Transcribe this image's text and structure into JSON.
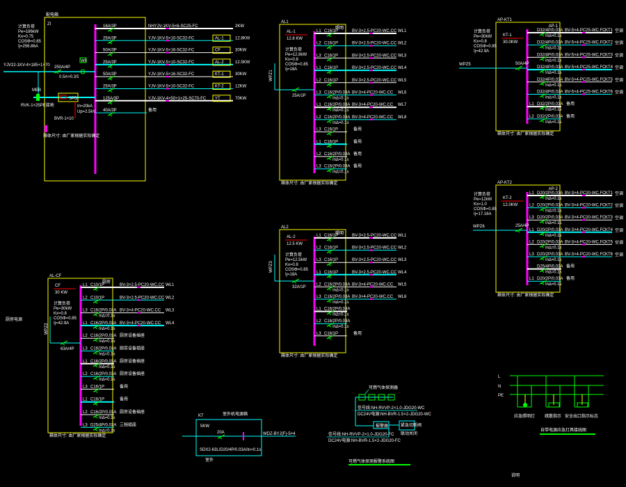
{
  "colors": {
    "background": "#000000",
    "box": "#ffff00",
    "bus": "#ff00ff",
    "line": "#ffffff",
    "feeder": "#00ffff",
    "breaker": "#00ff00",
    "tag": "#ff0000",
    "text": "#ffffff"
  },
  "panels": [
    {
      "id": "main",
      "tag": "配电箱",
      "name": "ZI",
      "params": [
        "计算负荷",
        "Pe=186kW",
        "Kx=0.75",
        "COSΦ=0.85",
        "Ij=256.86A"
      ],
      "incoming": {
        "cable": "YJV22-1KV-4×185+1×70",
        "breaker": "250A/4P",
        "note": "0.5A+0.3S",
        "meter": "Wh"
      },
      "extras": [
        "MEB",
        "RVK-1×25PE接地",
        "SPD",
        "In=20kA",
        "Up=2.5kV",
        "BVR-1×10"
      ],
      "footer": "箱体尺寸: 由厂家根据实际确定",
      "rows": [
        {
          "breaker": "16A/3P",
          "cable": "NHYJV-1KV-5×6-SC25-FC",
          "dest": "",
          "load": "2KW"
        },
        {
          "breaker": "25A/3P",
          "cable": "YJV-1KV-5×10-SC32-FC",
          "dest": "AL-1",
          "load": "12.8KW"
        },
        {
          "breaker": "50A/3P",
          "cable": "YJV-1KV-5×16-SC32-FC",
          "dest": "CF",
          "load": "30KW"
        },
        {
          "breaker": "25A/3P",
          "cable": "YJV-1KV-5×10-SC32-FC",
          "dest": "AL-2",
          "load": "12.5KW"
        },
        {
          "breaker": "50A/3P",
          "cable": "YJV-1KV-5×16-SC32-FC",
          "dest": "KT-1",
          "load": "30KW"
        },
        {
          "breaker": "25A/3P",
          "cable": "YJV-1KV-5×10-SC32-FC",
          "dest": "KT-2",
          "load": "12KW"
        },
        {
          "breaker": "125A/3P",
          "cable": "YJV-1KV-4×50+1×25-SC70-FC",
          "dest": "YT",
          "load": "70KW"
        },
        {
          "breaker": "40A/3P",
          "cable": "",
          "dest": "",
          "load": "备用"
        }
      ]
    },
    {
      "id": "al1",
      "tag": "AL1",
      "name": "AL-1",
      "rating": "12.8 KW",
      "header": "照明",
      "params": [
        "计算负荷",
        "Pe=12.8kW",
        "Kx=0.8",
        "COSΦ=0.85",
        "Ij=18A"
      ],
      "incoming": {
        "cable": "WPZ1",
        "breaker": "25A/1P"
      },
      "footer": "箱体尺寸: 由厂家根据实际确定",
      "rows": [
        {
          "phase": "L1",
          "breaker": "C16/1P",
          "cable": "BV-3×2.5-PC20-WC.CC",
          "dest": "WL1"
        },
        {
          "phase": "L2",
          "breaker": "C16/1P",
          "cable": "BV-3×2.5-PC20-WC.CC",
          "dest": "WL2"
        },
        {
          "phase": "L3",
          "breaker": "C16/1P",
          "cable": "BV-3×2.5-PC20-WC.CC",
          "dest": "WL3"
        },
        {
          "phase": "L1",
          "breaker": "C16/1P",
          "cable": "BV-3×2.5-PC20-WC.CC",
          "dest": "WL4"
        },
        {
          "phase": "L2",
          "breaker": "C16/1P",
          "cable": "BV-3×2.5-PC20-WC.CC",
          "dest": "WL5"
        },
        {
          "phase": "L3",
          "breaker": "C16/2P/0.03A",
          "sub": "In∆=0.1s",
          "cable": "BV-3×4-PC20-WC.CC",
          "dest": "WL6"
        },
        {
          "phase": "L1",
          "breaker": "C16/2P/0.03A",
          "sub": "In∆=0.1s",
          "cable": "BV-3×4-PC20-WC.CC",
          "dest": "WL7"
        },
        {
          "phase": "L2",
          "breaker": "C16/2P/0.03A",
          "sub": "In∆=0.1s",
          "cable": "BV-3×4-PC20-WC.CC",
          "dest": "WL8"
        },
        {
          "phase": "L3",
          "breaker": "C16/1P",
          "dest": "备用"
        },
        {
          "phase": "L1",
          "breaker": "C16/1P",
          "dest": "备用"
        },
        {
          "phase": "L2",
          "breaker": "C16/2P/0.03A",
          "sub": "In∆=0.1s",
          "dest": "备用"
        },
        {
          "phase": "L3",
          "breaker": "C16/2P/0.03A",
          "sub": "In∆=0.1s",
          "dest": "备用"
        }
      ]
    },
    {
      "id": "kt1",
      "tag": "AP-KT1",
      "name": "KT-1",
      "rating": "30.0KW",
      "header": "AP-1",
      "params": [
        "计算负荷",
        "Pe=30kW",
        "Kx=0.8",
        "COSΦ=0.85",
        "Ij=42.9A"
      ],
      "incoming": {
        "cable": "WPZ5",
        "breaker": "50A/4P"
      },
      "footer": "箱体尺寸: 由厂家根据实际确定",
      "rows": [
        {
          "breaker": "D32/4P/0.03A",
          "sub": "In∆=0.1s",
          "cable": "BV-5×4-PC25-WC.FC",
          "dest": "KT1",
          "suffix": "空调"
        },
        {
          "breaker": "D32/4P/0.03A",
          "sub": "In∆=0.1s",
          "cable": "BV-5×4-PC25-WC.FC",
          "dest": "KT2",
          "suffix": "空调"
        },
        {
          "breaker": "D32/4P/0.03A",
          "sub": "In∆=0.1s",
          "cable": "BV-5×4-PC25-WC.FC",
          "dest": "KT3",
          "suffix": "空调"
        },
        {
          "breaker": "D32/4P/0.03A",
          "sub": "In∆=0.1s",
          "cable": "BV-5×4-PC25-WC.FC",
          "dest": "KT4",
          "suffix": "空调"
        },
        {
          "breaker": "D32/4P/0.03A",
          "sub": "In∆=0.1s",
          "cable": "BV-5×4-PC25-WC.FC",
          "dest": "KT5",
          "suffix": "空调"
        },
        {
          "breaker": "D32/4P/0.03A",
          "sub": "In∆=0.1s",
          "cable": "BV-5×4-PC25-WC.FC",
          "dest": "KT6",
          "suffix": "空调"
        },
        {
          "phase": "L1",
          "breaker": "D32/2P/0.03A",
          "sub": "In∆=0.1s",
          "dest": "备用"
        },
        {
          "phase": "L2",
          "breaker": "D32/2P/0.03A",
          "sub": "In∆=0.1s",
          "dest": "备用"
        }
      ]
    },
    {
      "id": "kt2",
      "tag": "AP-KT2",
      "name": "KT-2",
      "rating": "12.0KW",
      "header": "AP-2",
      "params": [
        "计算负荷",
        "Pe=12kW",
        "Kx=1.0",
        "COSΦ=0.85",
        "Ij=17.16A"
      ],
      "incoming": {
        "cable": "WPZ6",
        "breaker": "25A/4P"
      },
      "footer": "箱体尺寸: 由厂家根据实际确定",
      "rows": [
        {
          "phase": "L1",
          "breaker": "D20/2P/0.03A",
          "sub": "In∆=0.1s",
          "cable": "BV-3×4-PC20-WC.FC",
          "dest": "KT1",
          "suffix": "空调"
        },
        {
          "phase": "L2",
          "breaker": "D20/2P/0.03A",
          "sub": "In∆=0.1s",
          "cable": "BV-3×4-PC20-WC.FC",
          "dest": "KT2",
          "suffix": "空调"
        },
        {
          "phase": "L3",
          "breaker": "D20/2P/0.03A",
          "sub": "In∆=0.1s",
          "cable": "BV-3×4-PC20-WC.FC",
          "dest": "KT3",
          "suffix": "空调"
        },
        {
          "phase": "L1",
          "breaker": "D20/2P/0.03A",
          "sub": "In∆=0.1s",
          "cable": "BV-3×4-PC20-WC.FC",
          "dest": "KT4",
          "suffix": "空调"
        },
        {
          "phase": "L2",
          "breaker": "D20/2P/0.03A",
          "sub": "In∆=0.1s",
          "cable": "BV-3×4-PC20-WC.FC",
          "dest": "KT5",
          "suffix": "空调"
        },
        {
          "phase": "L3",
          "breaker": "D20/2P/0.03A",
          "sub": "In∆=0.1s",
          "cable": "BV-3×4-PC20-WC.FC",
          "dest": "KT6",
          "suffix": "空调"
        },
        {
          "breaker": "D25/4P/0.03A",
          "sub": "In∆=0.1s",
          "dest": "备用"
        },
        {
          "phase": "L1",
          "breaker": "D20/2P/0.03A",
          "sub": "In∆=0.1s",
          "dest": "备用"
        }
      ]
    },
    {
      "id": "al2",
      "tag": "AL2",
      "name": "AL-2",
      "rating": "12.5 KW",
      "header": "照明",
      "params": [
        "计算负荷",
        "Pe=12.5kW",
        "Kx=0.8",
        "COSΦ=0.85",
        "Ij=18A"
      ],
      "incoming": {
        "cable": "WPZ3",
        "breaker": "32A/1P"
      },
      "footer": "箱体尺寸: 由厂家根据实际确定",
      "rows": [
        {
          "phase": "L1",
          "breaker": "C16/1P",
          "cable": "BV-3×2.5-PC20-WC.CC",
          "dest": "WL1"
        },
        {
          "phase": "L2",
          "breaker": "C16/1P",
          "cable": "BV-3×2.5-PC20-WC.CC",
          "dest": "WL2"
        },
        {
          "phase": "L3",
          "breaker": "C16/1P",
          "cable": "BV-3×2.5-PC20-WC.CC",
          "dest": "WL3"
        },
        {
          "phase": "L1",
          "breaker": "C16/1P",
          "cable": "BV-3×2.5-PC20-WC.CC",
          "dest": "WL4"
        },
        {
          "phase": "L2",
          "breaker": "C16/2P/0.03A",
          "sub": "In∆=0.1s",
          "cable": "BV-3×4-PC20-WC.CC",
          "dest": "WL5"
        },
        {
          "phase": "L3",
          "breaker": "C16/2P/0.03A",
          "sub": "In∆=0.1s",
          "cable": "BV-3×4-PC20-WC.CC",
          "dest": "WL6"
        },
        {
          "phase": "L1",
          "breaker": "C16/2P/0.03A",
          "sub": "In∆=0.1s",
          "dest": ""
        },
        {
          "phase": "L2",
          "breaker": "C16/2P/0.03A",
          "sub": "In∆=0.1s",
          "dest": ""
        },
        {
          "phase": "L3",
          "breaker": "C16/1P",
          "dest": "备用"
        }
      ]
    },
    {
      "id": "cf",
      "tag": "AL-CF",
      "name": "CF",
      "rating": "30 KW",
      "header": "厨房",
      "side": "厨房电源",
      "params": [
        "计算负荷",
        "Pe=30kW",
        "Kx=0.8",
        "COSΦ=0.85",
        "Ij=42.9A"
      ],
      "incoming": {
        "cable": "WPZ2",
        "breaker": "63A/4P"
      },
      "footer": "箱体尺寸: 由厂家根据实际确定",
      "rows": [
        {
          "phase": "L1",
          "breaker": "C10/1P",
          "cable": "BV-3×2.5-PC20-WC.CC",
          "dest": "WL1"
        },
        {
          "phase": "L2",
          "breaker": "C10/1P",
          "cable": "BV-3×2.5-PC20-WC.CC",
          "dest": "WL2"
        },
        {
          "phase": "L3",
          "breaker": "C16/2P/0.03A",
          "sub": "In∆=0.1s",
          "cable": "BV-3×4-PC20-WC.CC",
          "dest": "WL3"
        },
        {
          "phase": "L1",
          "breaker": "C16/2P/0.03A",
          "sub": "In∆=0.1s",
          "cable": "BV-3×4-PC20-WC.CC",
          "dest": "WL4"
        },
        {
          "phase": "L2",
          "breaker": "C16/2P/0.03A",
          "sub": "In∆=0.1s",
          "dest": "厨房设备插座"
        },
        {
          "phase": "L3",
          "breaker": "C16/2P/0.03A",
          "sub": "In∆=0.1s",
          "dest": "厨房设备插座"
        },
        {
          "phase": "L1",
          "breaker": "C16/2P/0.03A",
          "sub": "In∆=0.1s",
          "dest": "厨房设备插座"
        },
        {
          "phase": "L2",
          "breaker": "C16/2P/0.03A",
          "sub": "In∆=0.1s",
          "dest": "厨房设备插座"
        },
        {
          "phase": "L3",
          "breaker": "C16/1P",
          "dest": "备用"
        },
        {
          "phase": "L1",
          "breaker": "C16/1P",
          "dest": "备用"
        },
        {
          "phase": "L2",
          "breaker": "C16/2P/0.03A",
          "sub": "In∆=0.1s",
          "dest": "厨房设备插座"
        },
        {
          "phase": "L3",
          "breaker": "D25/4P/0.03A",
          "sub": "In∆=0.1s",
          "dest": "三相插座"
        }
      ]
    }
  ],
  "kt_box": {
    "name": "KT",
    "rating": "5KW",
    "note": "室外机电源箱",
    "breaker": "20A",
    "cable": "WDZ-BYJ(F)-5×4",
    "spec": "SDX2-63L/D20/4P/0.03A/In<0.1s",
    "footer": "室外"
  },
  "gas": {
    "title": "可燃气体探测报警系统图",
    "detector_label": "可燃气体探测器",
    "line1": "信号线:NH-RVVP-2×1.0-JDG20-WC",
    "line2": "DC24V电源:NH-BVR-1.5×2-JDG20-WC",
    "line3": "信号线:NH-RVVP-2×1.0-JDG20-FC",
    "line4": "DC24V电源:NH-BVR-1.5×2-JDG20-FC",
    "controller": "报警器",
    "valve": "紧急切断阀",
    "valve_note": "联动关闭"
  },
  "emergency": {
    "title": "自带电源应急灯具接线图",
    "rails": [
      "L",
      "N",
      "PE"
    ],
    "devices": [
      "应急照明灯",
      "疏散指示",
      "安全出口指示标志"
    ],
    "footnote": "说明"
  }
}
